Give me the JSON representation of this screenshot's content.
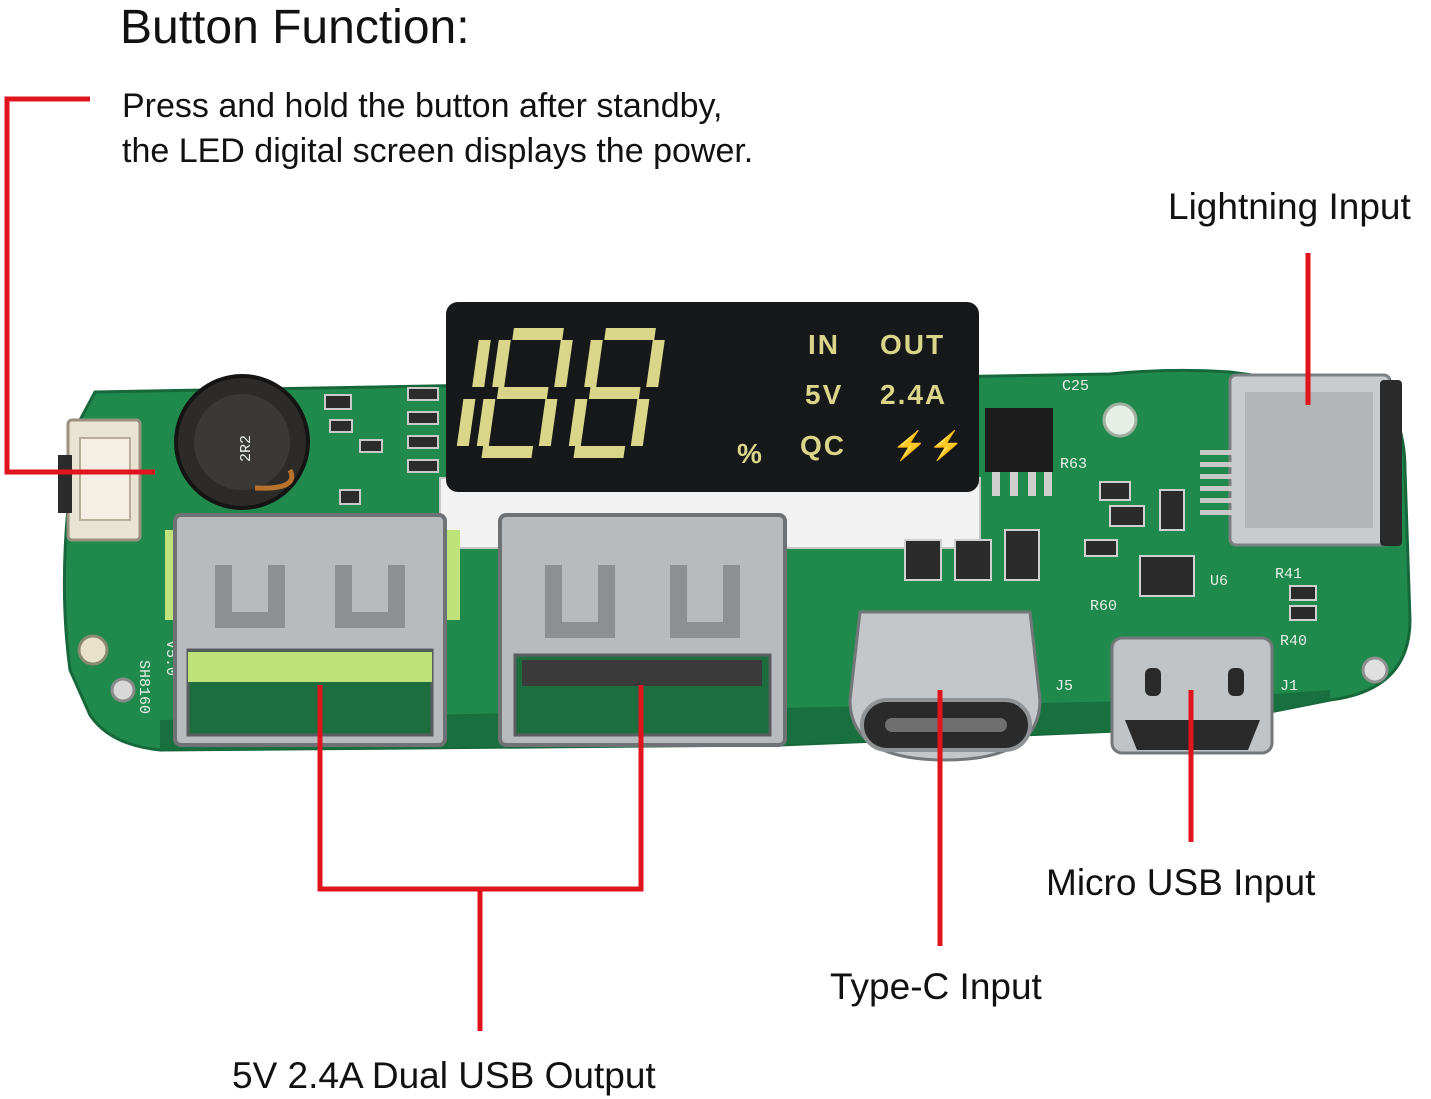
{
  "heading": {
    "title": "Button Function:"
  },
  "button_description": {
    "line1": "Press and hold the button after standby,",
    "line2": "the LED digital screen displays the power."
  },
  "callouts": {
    "lightning": "Lightning Input",
    "micro_usb": "Micro USB Input",
    "type_c": "Type-C Input",
    "usb_output": "5V 2.4A Dual USB Output"
  },
  "display": {
    "digits": "188",
    "percent": "%",
    "in": "IN",
    "out": "OUT",
    "voltage": "5V",
    "current": "2.4A",
    "qc": "QC",
    "bolts": "⚡⚡"
  },
  "silkscreen": {
    "inductor": "2R2",
    "version_1": "SH8160",
    "version_2": "V5.0",
    "r41": "R41",
    "r40": "R40",
    "r60": "R60",
    "r63": "R63",
    "c25": "C25",
    "j5": "J5",
    "j1": "J1",
    "u6": "U6"
  },
  "colors": {
    "callout_line": "#e0141c",
    "pcb": "#1f8a4c",
    "display_bg": "#16181a",
    "segment": "#d9d68a",
    "metal": "#b9bcbf"
  }
}
